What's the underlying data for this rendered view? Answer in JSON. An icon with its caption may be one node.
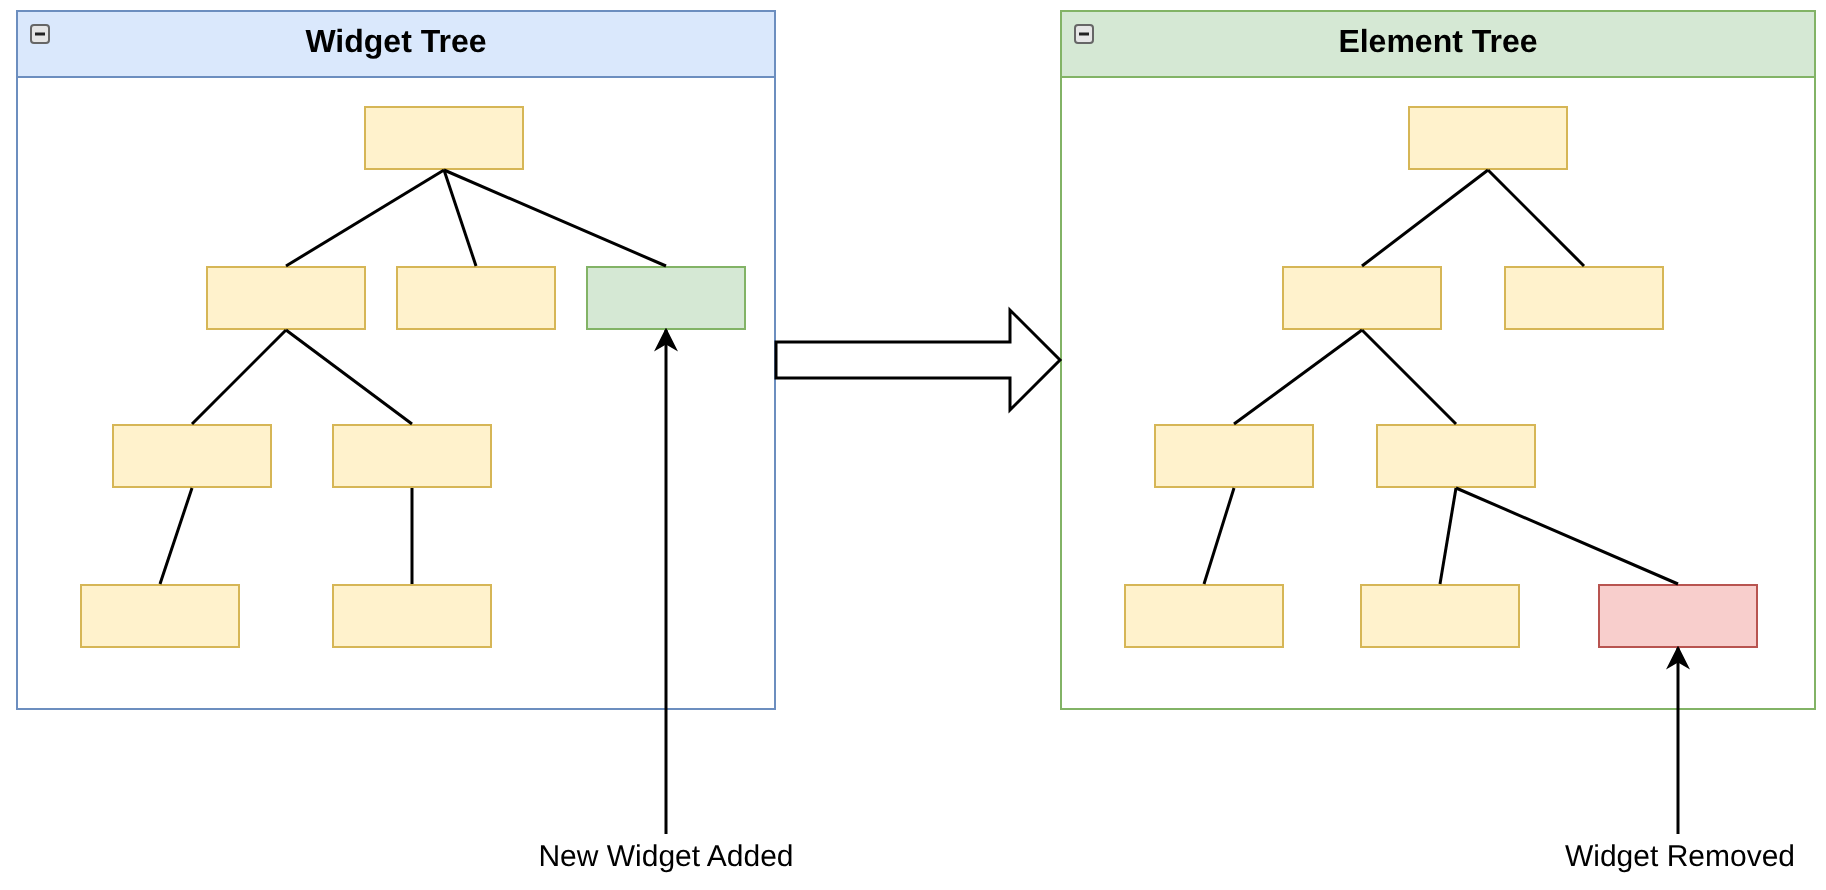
{
  "diagram": {
    "nodes": [
      {
        "text": [
          "Widget Tree"
        ]
      },
      {
        "text": [],
        "shape": "box",
        "in": 0
      },
      {
        "text": [],
        "shape": "box",
        "in": 0
      },
      {
        "text": [],
        "shape": "box",
        "in": 0
      },
      {
        "text": [],
        "shape": "box",
        "in": 0
      },
      {
        "text": [],
        "shape": "box",
        "in": 0
      },
      {
        "text": [],
        "shape": "box",
        "in": 0
      },
      {
        "text": [],
        "shape": "box",
        "in": 0
      },
      {
        "text": [],
        "shape": "box",
        "in": 0
      },
      {
        "text": [
          "Element Tree"
        ]
      },
      {
        "text": [],
        "shape": "box",
        "in": 9
      },
      {
        "text": [],
        "shape": "box",
        "in": 9
      },
      {
        "text": [],
        "shape": "box",
        "in": 9
      },
      {
        "text": [],
        "shape": "box",
        "in": 9
      },
      {
        "text": [],
        "shape": "box",
        "in": 9
      },
      {
        "text": [],
        "shape": "box",
        "in": 9
      },
      {
        "text": [],
        "shape": "box",
        "in": 9
      },
      {
        "text": [],
        "shape": "box",
        "in": 9
      },
      {
        "text": [
          "New Widget Added"
        ]
      },
      {
        "text": [
          "Widget Removed"
        ]
      }
    ],
    "edges": [
      {
        "from": 1,
        "to": 2,
        "arrow": "none"
      },
      {
        "from": 1,
        "to": 3,
        "arrow": "none"
      },
      {
        "from": 1,
        "to": 4,
        "arrow": "none"
      },
      {
        "from": 2,
        "to": 5,
        "arrow": "none"
      },
      {
        "from": 2,
        "to": 6,
        "arrow": "none"
      },
      {
        "from": 5,
        "to": 7,
        "arrow": "none"
      },
      {
        "from": 6,
        "to": 8,
        "arrow": "none"
      },
      {
        "from": 10,
        "to": 11,
        "arrow": "none"
      },
      {
        "from": 10,
        "to": 12,
        "arrow": "none"
      },
      {
        "from": 11,
        "to": 13,
        "arrow": "none"
      },
      {
        "from": 11,
        "to": 14,
        "arrow": "none"
      },
      {
        "from": 13,
        "to": 15,
        "arrow": "none"
      },
      {
        "from": 14,
        "to": 16,
        "arrow": "none"
      },
      {
        "from": 14,
        "to": 17,
        "arrow": "none"
      },
      {
        "from": 0,
        "to": 9,
        "arrow": "to",
        "style": "thick"
      },
      {
        "from": 18,
        "to": 4,
        "arrow": "to"
      },
      {
        "from": 19,
        "to": 17,
        "arrow": "to"
      }
    ]
  }
}
